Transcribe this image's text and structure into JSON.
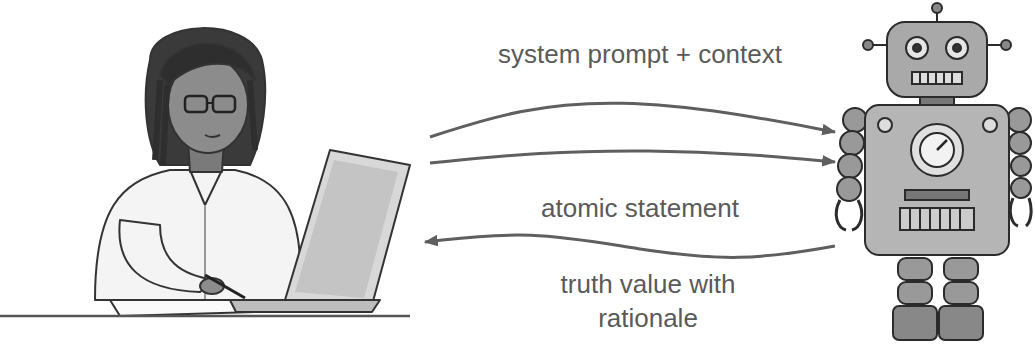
{
  "diagram": {
    "labels": [
      "system prompt + context",
      "atomic statement",
      "truth value with rationale"
    ]
  }
}
